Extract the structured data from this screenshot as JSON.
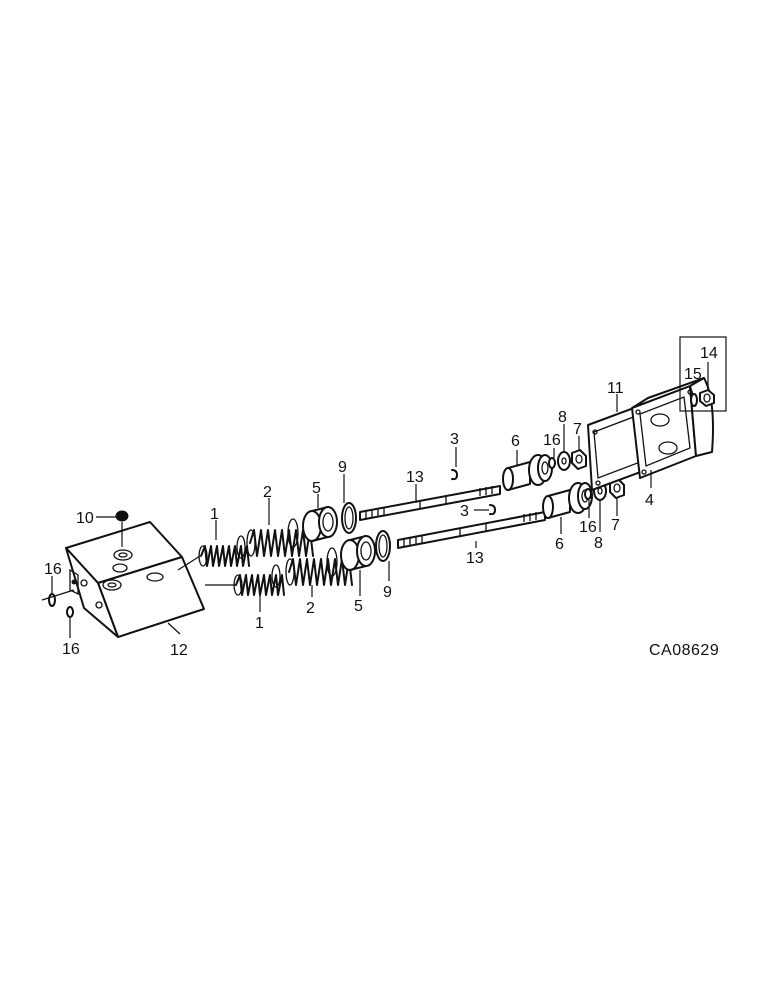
{
  "diagram": {
    "drawing_code": "CA08629",
    "callouts": {
      "c1a": "1",
      "c1b": "1",
      "c2a": "2",
      "c2b": "2",
      "c3a": "3",
      "c3b": "3",
      "c4": "4",
      "c5a": "5",
      "c5b": "5",
      "c6a": "6",
      "c6b": "6",
      "c7a": "7",
      "c7b": "7",
      "c8a": "8",
      "c8b": "8",
      "c9a": "9",
      "c9b": "9",
      "c10": "10",
      "c11": "11",
      "c12": "12",
      "c13a": "13",
      "c13b": "13",
      "c14": "14",
      "c15": "15",
      "c16a": "16",
      "c16b": "16",
      "c16c": "16",
      "c16d": "16"
    }
  }
}
